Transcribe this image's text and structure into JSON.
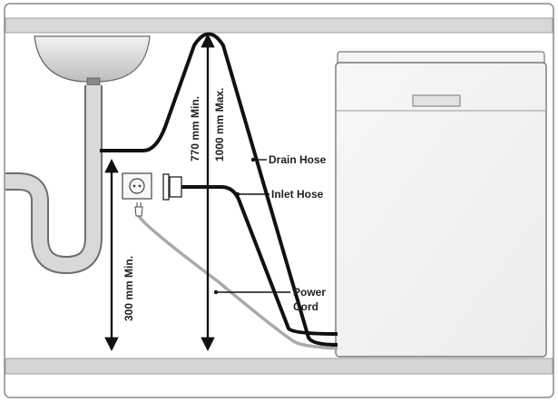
{
  "labels": {
    "drain_hose": "Drain Hose",
    "inlet_hose": "Inlet Hose",
    "power_cord_line1": "Power",
    "power_cord_line2": "Cord",
    "height_770_min": "770 mm Min.",
    "height_1000_max": "1000 mm Max.",
    "height_300_min": "300 mm Min."
  }
}
